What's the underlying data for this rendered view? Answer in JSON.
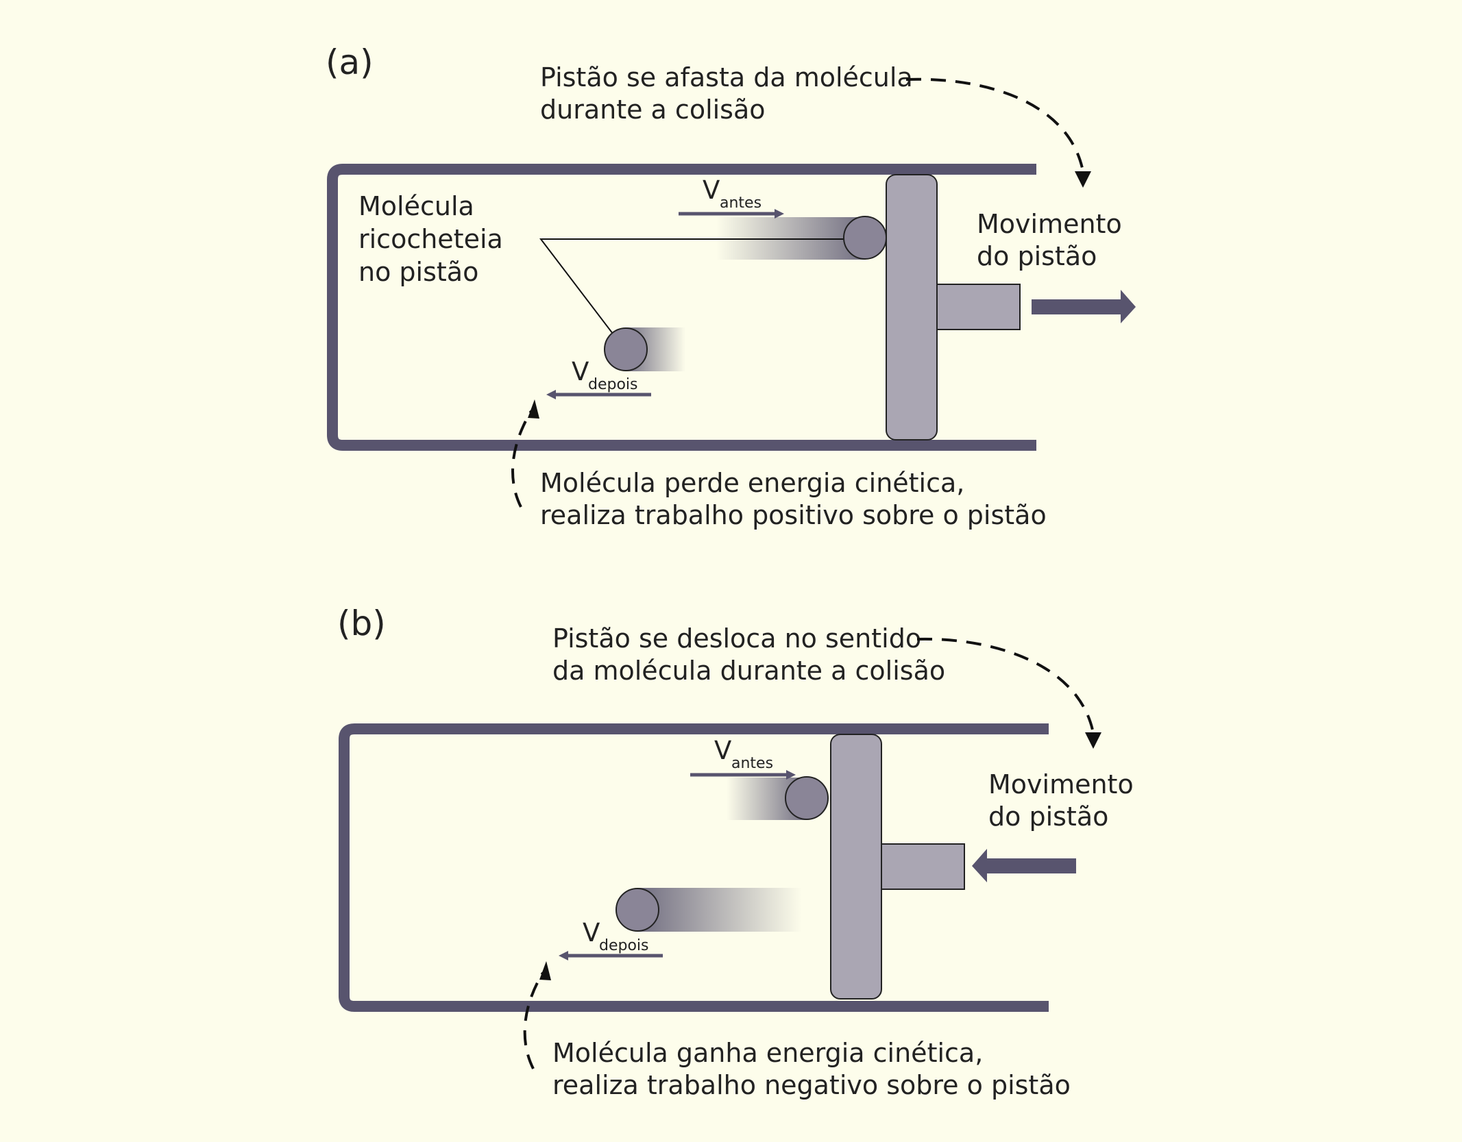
{
  "colors": {
    "background": "#fdfdeb",
    "cylinder": "#58546e",
    "piston": "#aaa6b3",
    "molecule": "#8a8597",
    "arrow": "#58546e"
  },
  "panel_a": {
    "label": "(a)",
    "top_note": [
      "Pistão se afasta da molécula",
      "durante a colisão"
    ],
    "molecule_label": [
      "Molécula",
      "ricocheteia",
      "no pistão"
    ],
    "v_before": "V",
    "v_before_sub": "antes",
    "v_after": "V",
    "v_after_sub": "depois",
    "movement_label": [
      "Movimento",
      "do pistão"
    ],
    "piston_direction": "right",
    "bottom_note": [
      "Molécula perde energia cinética,",
      "realiza trabalho positivo sobre o pistão"
    ]
  },
  "panel_b": {
    "label": "(b)",
    "top_note": [
      "Pistão se desloca no sentido",
      "da molécula durante a colisão"
    ],
    "v_before": "V",
    "v_before_sub": "antes",
    "v_after": "V",
    "v_after_sub": "depois",
    "movement_label": [
      "Movimento",
      "do pistão"
    ],
    "piston_direction": "left",
    "bottom_note": [
      "Molécula ganha energia cinética,",
      "realiza trabalho negativo sobre o pistão"
    ]
  }
}
